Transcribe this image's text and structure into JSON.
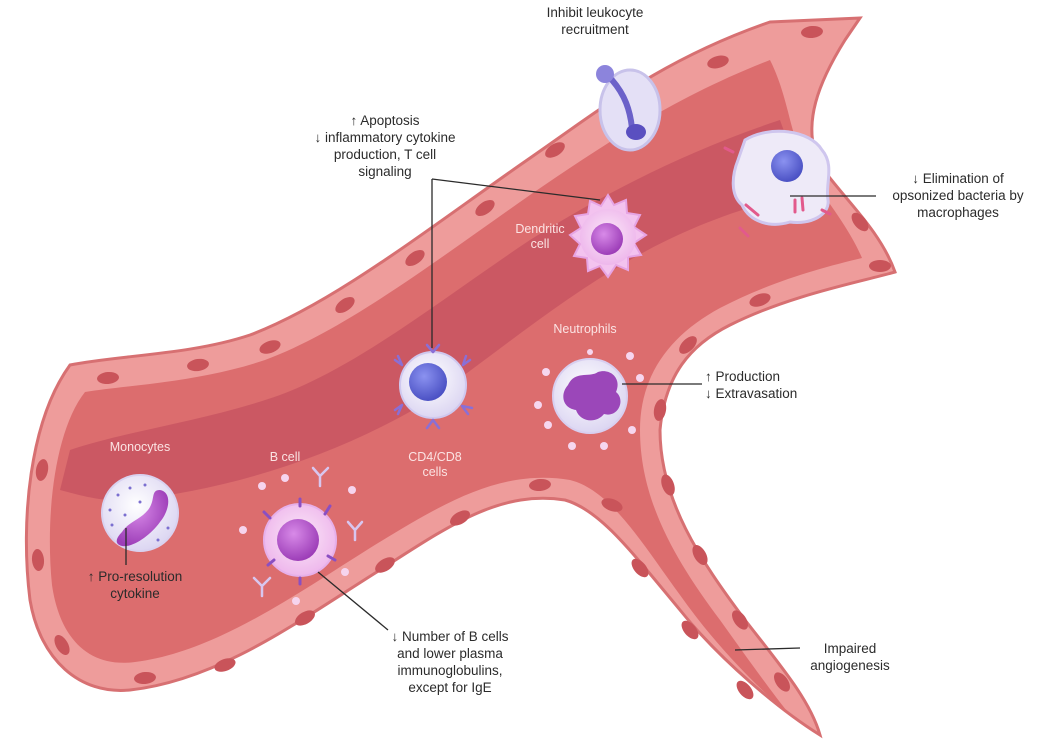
{
  "annotations": {
    "inhibit": [
      "Inhibit leukocyte",
      "recruitment"
    ],
    "dendritic_effects": [
      "↑ Apoptosis",
      "↓ inflammatory cytokine",
      "production, T cell",
      "signaling"
    ],
    "macrophage": [
      "↓ Elimination of",
      "opsonized bacteria by",
      "macrophages"
    ],
    "neutrophil_effects": [
      "↑ Production",
      "↓ Extravasation"
    ],
    "monocyte_effect": [
      "↑ Pro-resolution",
      "cytokine"
    ],
    "bcell_effects": [
      "↓ Number of B cells",
      "and lower plasma",
      "immunoglobulins,",
      "except for IgE"
    ],
    "angiogenesis": [
      "Impaired",
      "angiogenesis"
    ]
  },
  "cell_labels": {
    "dendritic": [
      "Dendritic",
      "cell"
    ],
    "neutrophils": [
      "Neutrophils"
    ],
    "monocytes": [
      "Monocytes"
    ],
    "bcell": [
      "B cell"
    ],
    "tcells": [
      "CD4/CD8",
      "cells"
    ]
  },
  "colors": {
    "vessel_wall": "#e88d8d",
    "vessel_lumen": "#d86566",
    "lumen_band": "#c9515a",
    "endothelial_nucleus": "#c9545a",
    "nucleus_purple": "#9d45b8",
    "nucleus_blue": "#5a63d2",
    "cell_pink": "#f1c6ef",
    "cell_white": "#f4f1fb"
  }
}
